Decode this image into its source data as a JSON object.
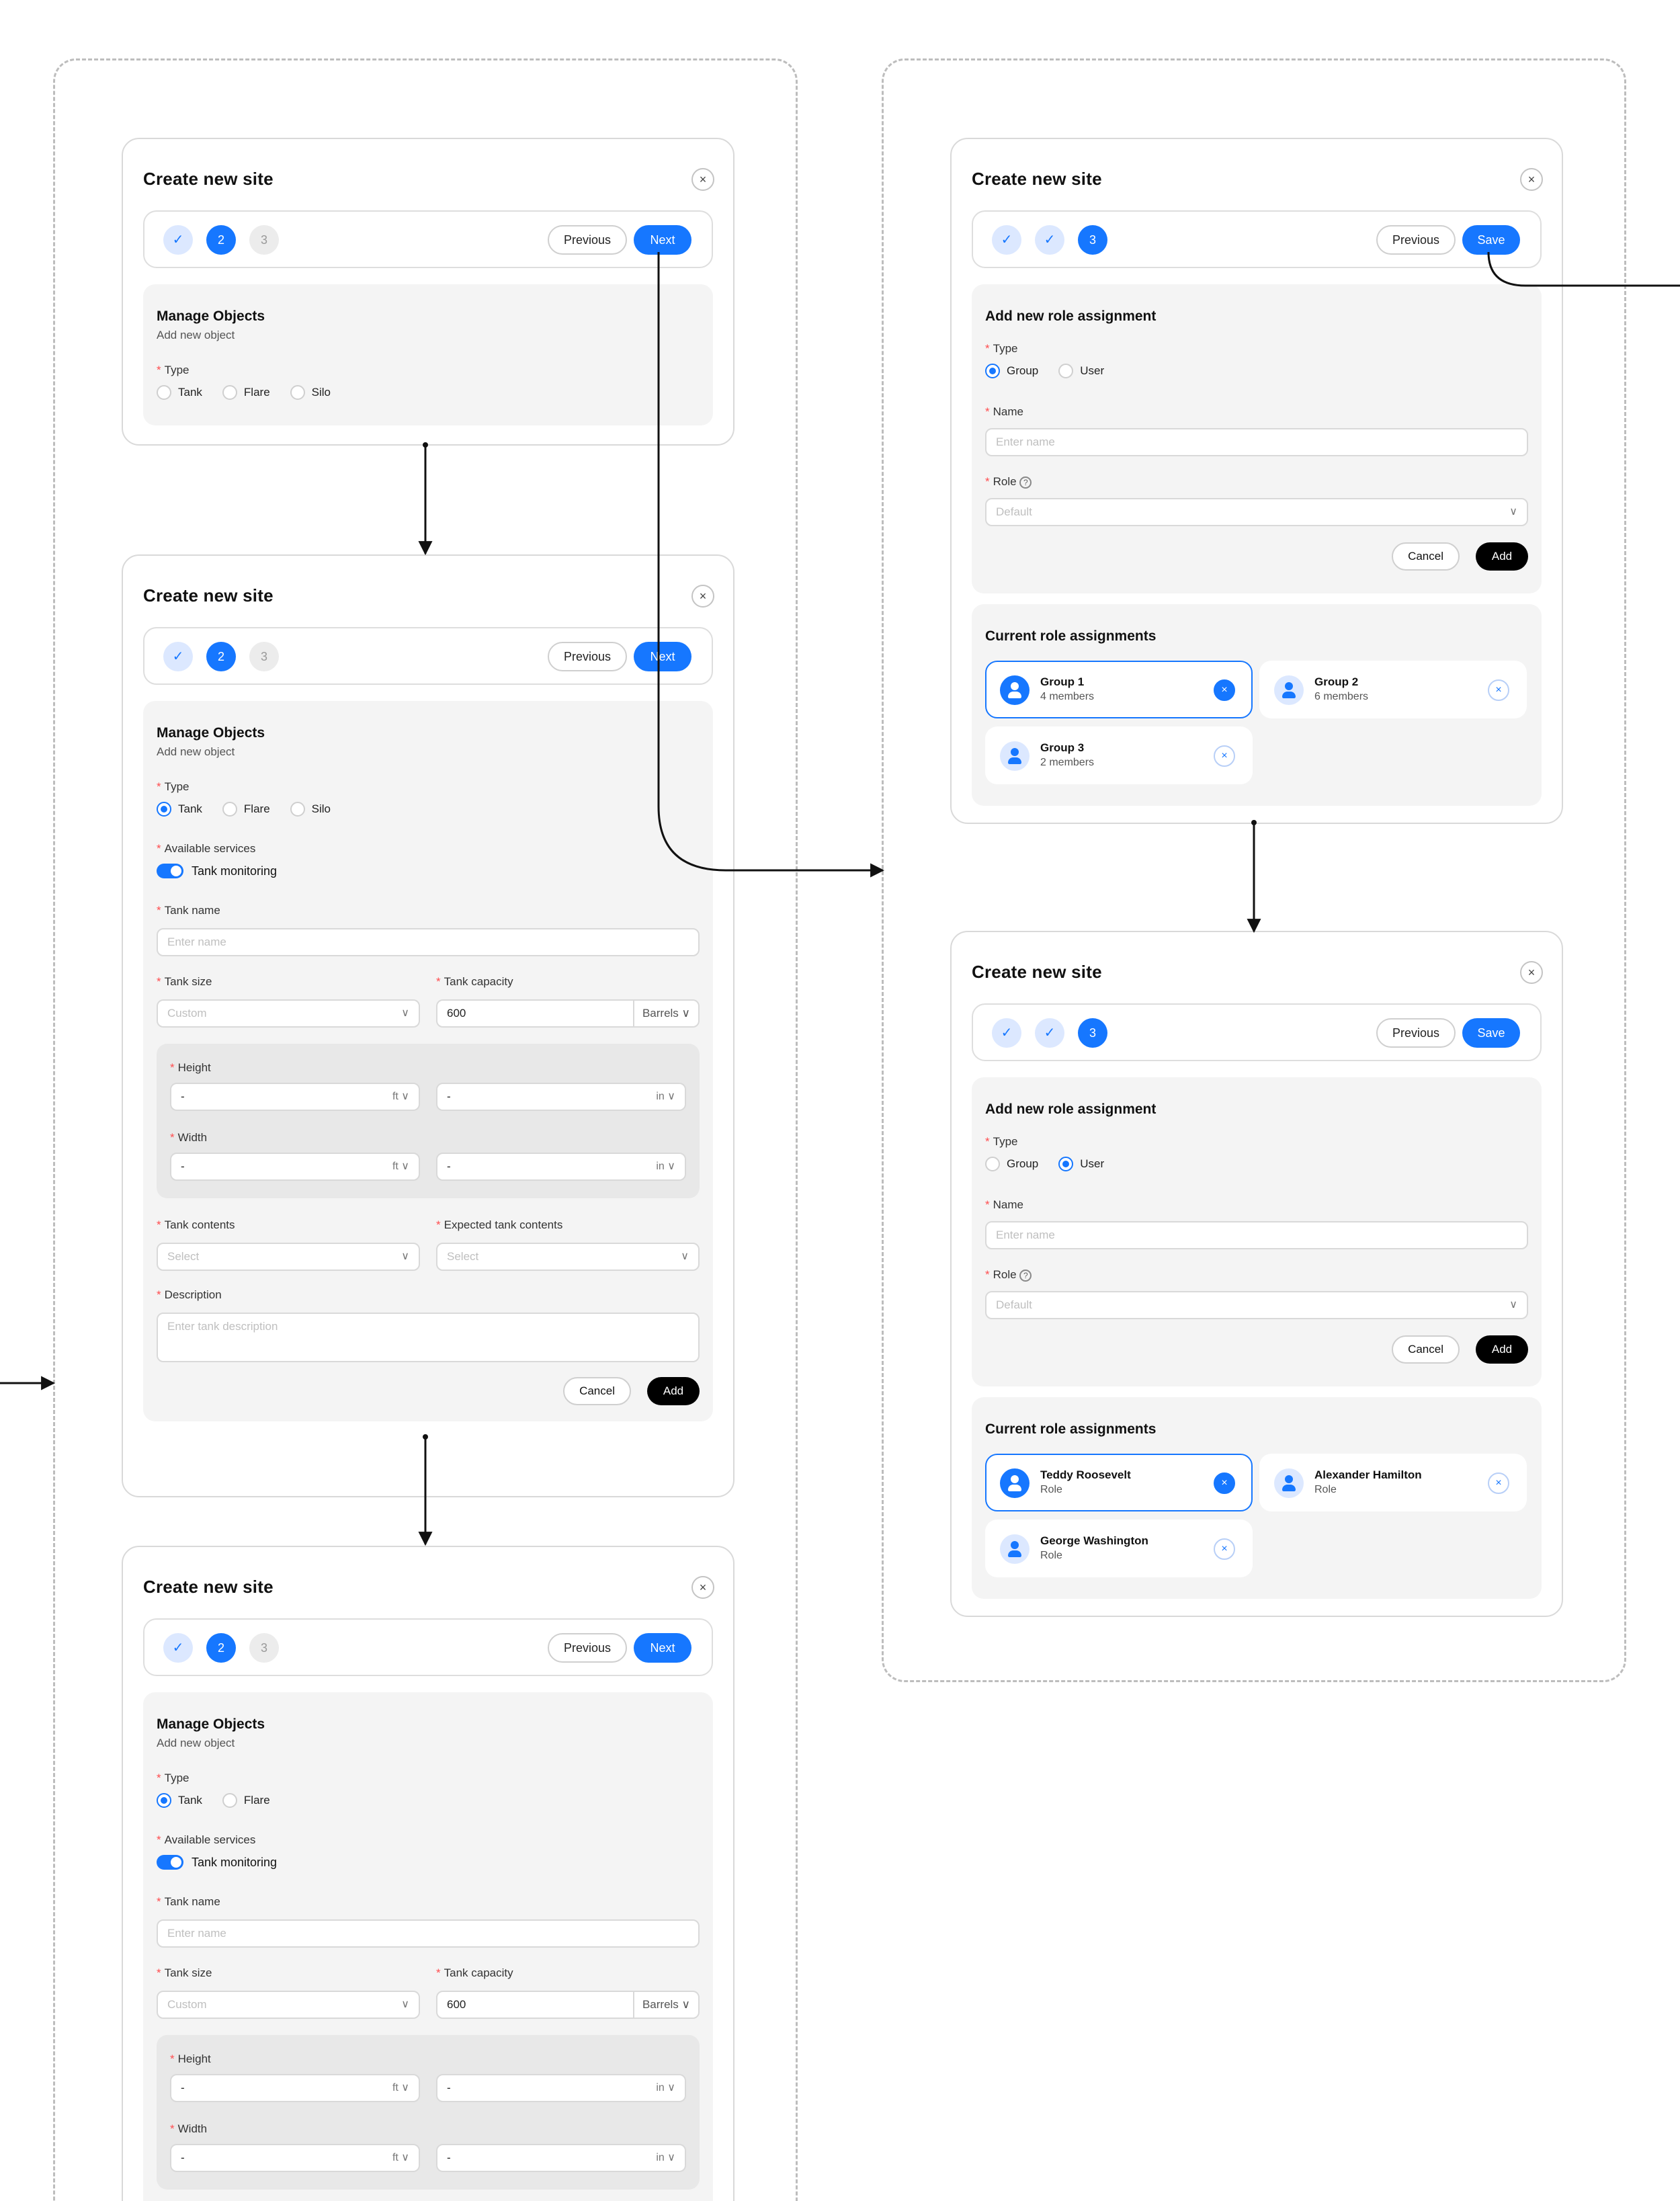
{
  "dialog_title": "Create new site",
  "close_glyph": "×",
  "check_glyph": "✓",
  "chevron_glyph": "∨",
  "steps": {
    "two": "2",
    "three": "3"
  },
  "buttons": {
    "previous": "Previous",
    "next": "Next",
    "save": "Save",
    "cancel": "Cancel",
    "add": "Add"
  },
  "objects": {
    "title": "Manage Objects",
    "subtitle": "Add new object",
    "type_label": "Type",
    "type_options": [
      "Tank",
      "Flare",
      "Silo"
    ],
    "services_label": "Available services",
    "service_toggle": "Tank monitoring",
    "tank_name_label": "Tank name",
    "tank_name_placeholder": "Enter name",
    "tank_size_label": "Tank size",
    "tank_size_value": "Custom",
    "tank_capacity_label": "Tank capacity",
    "tank_capacity_value": "600",
    "capacity_unit": "Barrels",
    "height_label": "Height",
    "width_label": "Width",
    "dash": "-",
    "unit_ft": "ft",
    "unit_in": "in",
    "tank_contents_label": "Tank contents",
    "expected_contents_label": "Expected tank contents",
    "select_placeholder": "Select",
    "description_label": "Description",
    "description_placeholder": "Enter tank description"
  },
  "roles": {
    "title": "Add new role assignment",
    "type_label": "Type",
    "type_options": [
      "Group",
      "User"
    ],
    "name_label": "Name",
    "name_placeholder": "Enter name",
    "role_label": "Role",
    "role_help_glyph": "?",
    "role_placeholder": "Default",
    "current_title": "Current role assignments",
    "groups": [
      {
        "name": "Group 1",
        "sub": "4 members"
      },
      {
        "name": "Group 2",
        "sub": "6 members"
      },
      {
        "name": "Group 3",
        "sub": "2 members"
      }
    ],
    "users": [
      {
        "name": "Teddy Roosevelt",
        "sub": "Role"
      },
      {
        "name": "Alexander Hamilton",
        "sub": "Role"
      },
      {
        "name": "George Washington",
        "sub": "Role"
      }
    ]
  },
  "colors": {
    "primary": "#1677ff",
    "required": "#ff4d4f",
    "panel": "#f4f4f4",
    "frame": "#bdbdbd"
  }
}
